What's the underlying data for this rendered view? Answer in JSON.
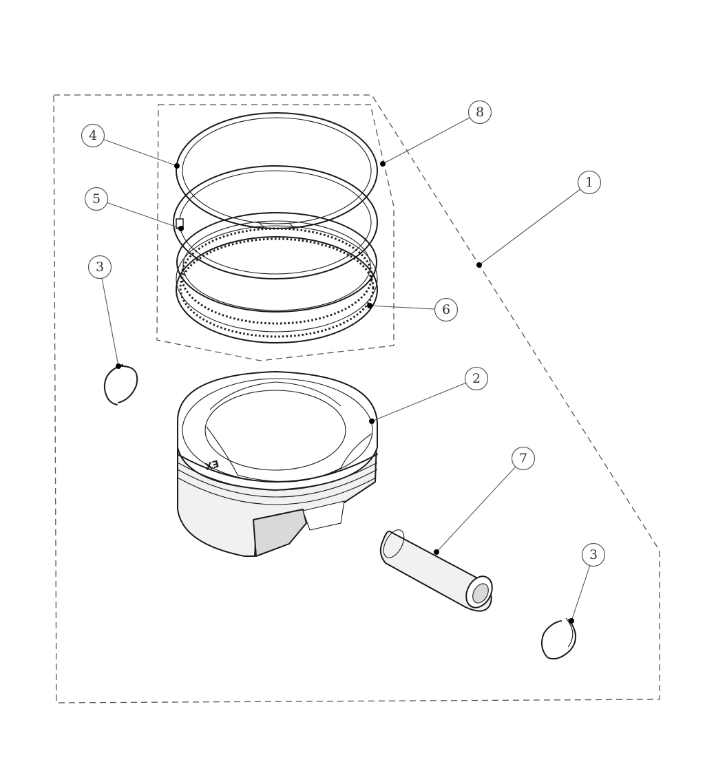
{
  "diagram": {
    "callouts": [
      {
        "label": "1",
        "part": "kit-boundary"
      },
      {
        "label": "2",
        "part": "piston"
      },
      {
        "label": "3",
        "part": "circlip-left"
      },
      {
        "label": "3",
        "part": "circlip-right"
      },
      {
        "label": "4",
        "part": "top-compression-ring"
      },
      {
        "label": "5",
        "part": "second-compression-ring"
      },
      {
        "label": "6",
        "part": "oil-control-ring"
      },
      {
        "label": "7",
        "part": "piston-pin"
      },
      {
        "label": "8",
        "part": "ring-set-boundary"
      }
    ],
    "piston_marking": "EX",
    "colors": {
      "line": "#1a1a1a",
      "leader": "#555555",
      "background": "#ffffff"
    }
  }
}
